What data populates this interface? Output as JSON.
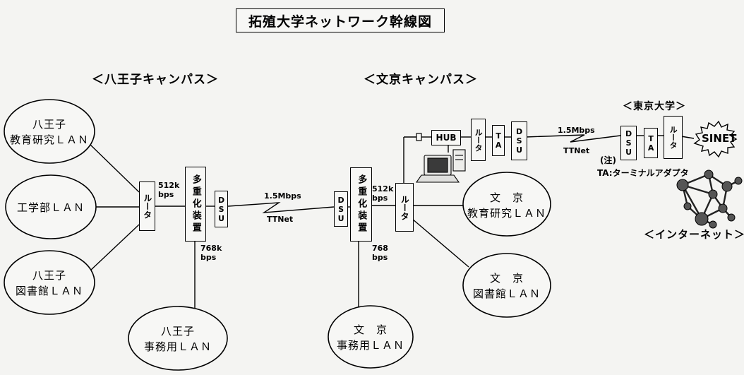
{
  "title": "拓殖大学ネットワーク幹線図",
  "hachioji": {
    "campus_label": "＜八王子キャンパス＞",
    "lan_research": [
      "八王子",
      "教育研究ＬＡＮ"
    ],
    "lan_engineering": [
      "工学部ＬＡＮ"
    ],
    "lan_library": [
      "八王子",
      "図書館ＬＡＮ"
    ],
    "lan_office": [
      "八王子",
      "事務用ＬＡＮ"
    ],
    "router": "ルータ",
    "mux": "多重化装置",
    "dsu": "DSU",
    "speed_router": [
      "512k",
      "bps"
    ],
    "speed_office": [
      "768k",
      "bps"
    ]
  },
  "bunkyo": {
    "campus_label": "＜文京キャンパス＞",
    "lan_research": [
      "文　京",
      "教育研究ＬＡＮ"
    ],
    "lan_library": [
      "文　京",
      "図書館ＬＡＮ"
    ],
    "lan_office": [
      "文　京",
      "事務用ＬＡＮ"
    ],
    "router": "ルータ",
    "mux": "多重化装置",
    "dsu": "DSU",
    "speed_router": [
      "512k",
      "bps"
    ],
    "speed_office": [
      "768",
      "bps"
    ],
    "hub": "HUB",
    "router2": "ルータ",
    "ta": "TA",
    "dsu2": "DSU"
  },
  "link_main": {
    "speed": "1.5Mbps",
    "carrier": "TTNet"
  },
  "link_tokyo": {
    "speed": "1.5Mbps",
    "carrier": "TTNet"
  },
  "tokyo": {
    "label": "＜東京大学＞",
    "dsu": "DSU",
    "ta": "TA",
    "router": "ルータ",
    "sinet": "SINET"
  },
  "note": {
    "head": "(注)",
    "text": "TA:ターミナルアダプタ"
  },
  "internet": {
    "label": "＜インターネット＞"
  }
}
